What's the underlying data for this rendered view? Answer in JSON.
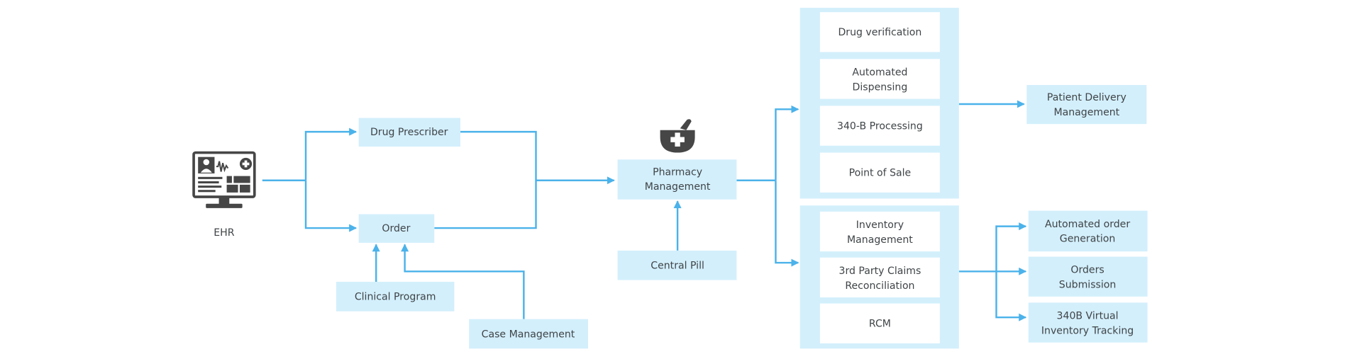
{
  "colors": {
    "box_fill": "#d3effc",
    "connector": "#4bb2ea",
    "icon": "#464646",
    "text": "#3f4447"
  },
  "icons": {
    "ehr": "computer-monitor-medical-record-icon",
    "pharmacy": "mortar-pestle-plus-icon"
  },
  "nodes": {
    "ehr": "EHR",
    "drug_prescriber": "Drug Prescriber",
    "order": "Order",
    "clinical_program": "Clinical Program",
    "case_management": "Case Management",
    "pharmacy_management": [
      "Pharmacy",
      "Management"
    ],
    "central_pill": "Central Pill",
    "top_group": [
      {
        "lines": [
          "Drug verification"
        ]
      },
      {
        "lines": [
          "Automated",
          "Dispensing"
        ]
      },
      {
        "lines": [
          "340-B Processing"
        ]
      },
      {
        "lines": [
          "Point of Sale"
        ]
      }
    ],
    "bottom_group": [
      {
        "lines": [
          "Inventory",
          "Management"
        ]
      },
      {
        "lines": [
          "3rd Party Claims",
          "Reconciliation"
        ]
      },
      {
        "lines": [
          "RCM"
        ]
      }
    ],
    "patient_delivery": [
      "Patient Delivery",
      "Management"
    ],
    "right_outputs": [
      {
        "lines": [
          "Automated order",
          "Generation"
        ]
      },
      {
        "lines": [
          "Orders",
          "Submission"
        ]
      },
      {
        "lines": [
          "340B Virtual",
          "Inventory Tracking"
        ]
      }
    ]
  }
}
